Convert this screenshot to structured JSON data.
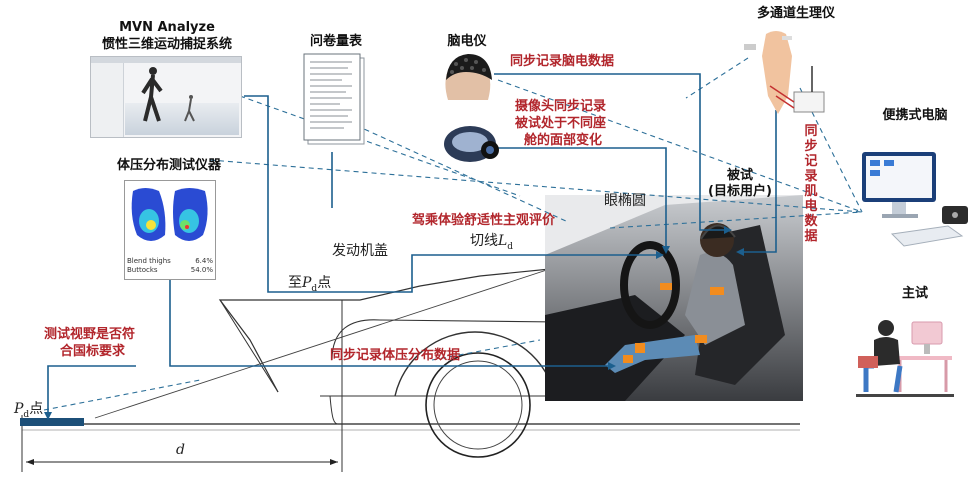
{
  "devices": {
    "mvn_title": "MVN Analyze",
    "mvn_subtitle": "惯性三维运动捕捉系统",
    "questionnaire": "问卷量表",
    "eeg": "脑电仪",
    "physio": "多通道生理仪",
    "pressure": "体压分布测试仪器",
    "laptop": "便携式电脑",
    "experimenter": "主试",
    "subject_line1": "被试",
    "subject_line2": "(目标用户)"
  },
  "annotations": {
    "eeg_sync": "同步记录脑电数据",
    "camera_sync": [
      "摄像头同步记录",
      "被试处于不同座",
      "舱的面部变化"
    ],
    "emg_sync": [
      "同",
      "步",
      "记",
      "录",
      "肌",
      "电",
      "数",
      "据"
    ],
    "comfort": "驾乘体验舒适性主观评价",
    "view_check": [
      "测试视野是否符",
      "合国标要求"
    ],
    "pressure_sync": "同步记录体压分布数据"
  },
  "pressure_readout": {
    "row1_label": "Blend thighs",
    "row1_value": "6.4%",
    "row2_label": "Buttocks",
    "row2_value": "54.0%"
  },
  "drawing_labels": {
    "eye_ellipse": "眼椭圆",
    "hood": "发动机盖",
    "tangent": "切线",
    "tangent_sym": "L",
    "tangent_sub": "d",
    "to_pd": "至",
    "pd_sym": "P",
    "pd_sub": "d",
    "pd_suffix": "点",
    "pd_left_sym": "P",
    "pd_left_sub": "d",
    "pd_left_suffix": "点",
    "distance": "d"
  },
  "colors": {
    "red_text": "#b2262c",
    "dash_line": "#2d7099",
    "solid_line": "#1c5f8e"
  }
}
